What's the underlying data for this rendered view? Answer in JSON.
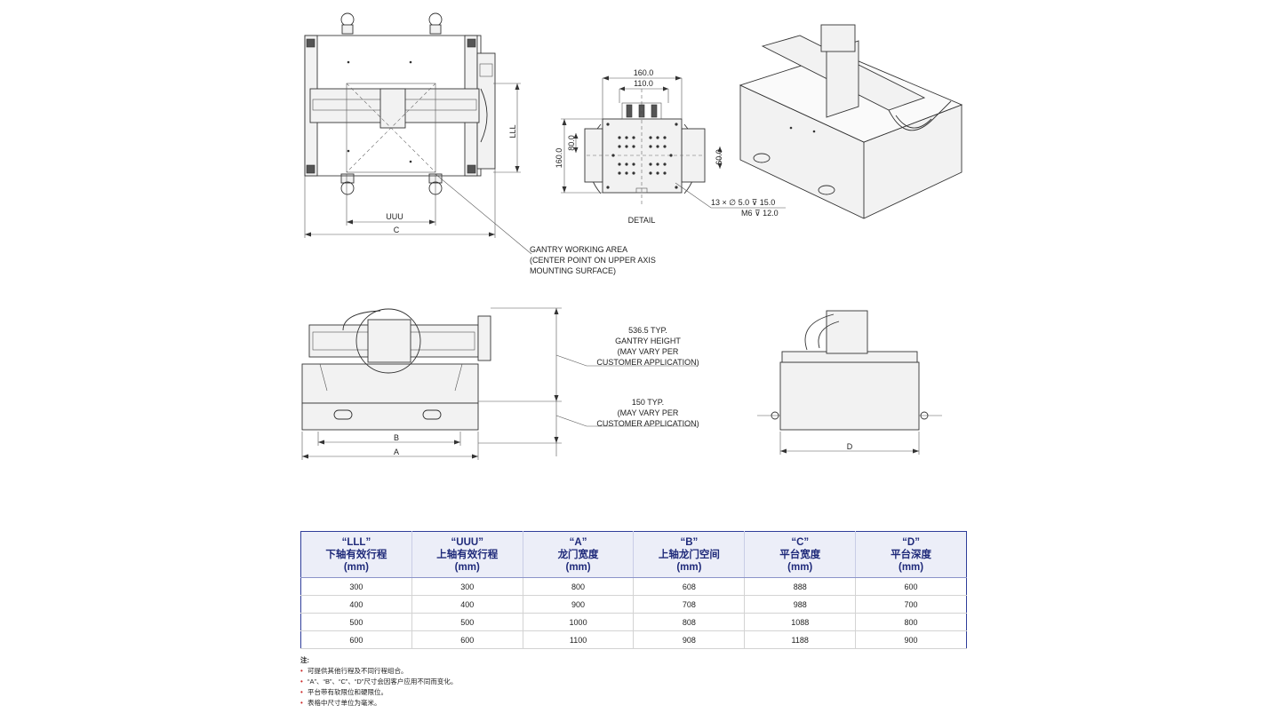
{
  "drawing": {
    "top_view": {
      "lll_label": "LLL",
      "uuu_label": "UUU",
      "c_label": "C"
    },
    "detail": {
      "dim_160": "160.0",
      "dim_110": "110.0",
      "dim_80": "80.0",
      "dim_160v": "160.0",
      "dim_60": "60.0",
      "hole_spec_1": "13 × ∅ 5.0  ⊽ 15.0",
      "hole_spec_2": "M6  ⊽ 12.0",
      "label": "DETAIL"
    },
    "gantry_note": {
      "line1": "GANTRY WORKING AREA",
      "line2": "(CENTER POINT ON UPPER AXIS",
      "line3": "MOUNTING SURFACE)"
    },
    "front_view": {
      "b_label": "B",
      "a_label": "A"
    },
    "side_view": {
      "d_label": "D"
    },
    "height_note": {
      "line1": "536.5 TYP.",
      "line2": "GANTRY HEIGHT",
      "line3": "(MAY VARY PER",
      "line4": "CUSTOMER APPLICATION)"
    },
    "base_note": {
      "line1": "150 TYP.",
      "line2": "(MAY VARY PER",
      "line3": "CUSTOMER APPLICATION)"
    }
  },
  "table": {
    "headers": [
      {
        "code": "“LLL”",
        "name": "下轴有效行程",
        "unit": "(mm)"
      },
      {
        "code": "“UUU”",
        "name": "上轴有效行程",
        "unit": "(mm)"
      },
      {
        "code": "“A”",
        "name": "龙门宽度",
        "unit": "(mm)"
      },
      {
        "code": "“B”",
        "name": "上轴龙门空间",
        "unit": "(mm)"
      },
      {
        "code": "“C”",
        "name": "平台宽度",
        "unit": "(mm)"
      },
      {
        "code": "“D”",
        "name": "平台深度",
        "unit": "(mm)"
      }
    ],
    "rows": [
      [
        "300",
        "300",
        "800",
        "608",
        "888",
        "600"
      ],
      [
        "400",
        "400",
        "900",
        "708",
        "988",
        "700"
      ],
      [
        "500",
        "500",
        "1000",
        "808",
        "1088",
        "800"
      ],
      [
        "600",
        "600",
        "1100",
        "908",
        "1188",
        "900"
      ]
    ]
  },
  "notes": {
    "title": "注:",
    "items": [
      "可提供其他行程及不同行程组合。",
      "“A”、“B”、“C”、“D”尺寸会因客户应用不同而变化。",
      "平台带有软限位和硬限位。",
      "表格中尺寸单位为毫米。"
    ]
  }
}
